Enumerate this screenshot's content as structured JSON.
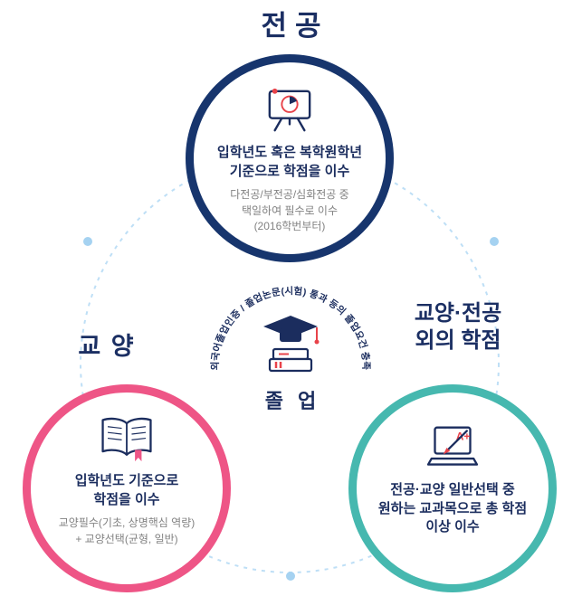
{
  "labels": {
    "major": "전공",
    "liberal": "교 양",
    "other": "교양·전공\n외의 학점"
  },
  "nodes": {
    "major": {
      "icon": "presentation-chart-icon",
      "color": "#17356d",
      "title": "입학년도 혹은 복학원학년\n기준으로 학점을 이수",
      "desc": "다전공/부전공/심화전공 중\n택일하여 필수로 이수\n(2016학번부터)"
    },
    "liberal": {
      "icon": "open-book-icon",
      "color": "#ee5586",
      "title": "입학년도 기준으로\n학점을 이수",
      "desc": "교양필수(기초, 상명핵심 역량)\n+ 교양선택(균형, 일반)"
    },
    "other": {
      "icon": "laptop-grade-icon",
      "color": "#46b8af",
      "title": "전공·교양 일반선택 중\n원하는 교과목으로 총 학점\n이상 이수",
      "desc": ""
    }
  },
  "center": {
    "icon": "graduation-cap-icon",
    "title": "졸 업",
    "arc_text": "외국어졸업인증 / 졸업논문(시험) 통과 등의 졸업요건 충족"
  },
  "colors": {
    "navy": "#17356d",
    "pink": "#ee5586",
    "teal": "#46b8af",
    "text_navy": "#1b2d5e",
    "text_gray": "#828282",
    "accent_red": "#e8434a",
    "ring_blue": "#bedff6",
    "dot_blue": "#a5d2f1"
  }
}
